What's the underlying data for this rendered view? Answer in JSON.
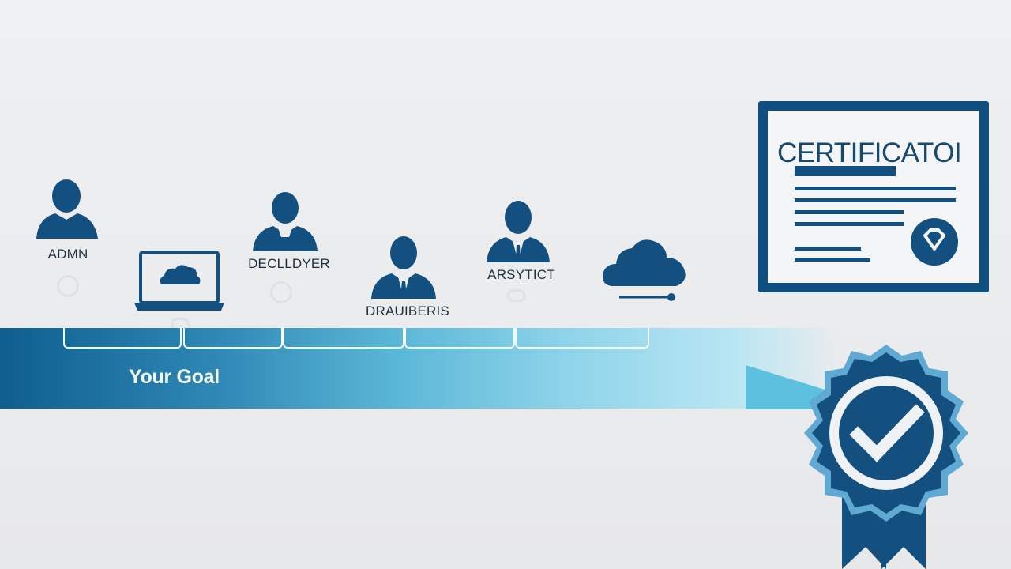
{
  "roles": [
    {
      "label": "ADMN",
      "icon": "admin-person-icon"
    },
    {
      "label": "",
      "icon": "laptop-cloud-icon"
    },
    {
      "label": "DECLLDYER",
      "icon": "developer-person-icon"
    },
    {
      "label": "DRAUIBERIS",
      "icon": "business-person-icon"
    },
    {
      "label": "ARSYTICT",
      "icon": "architect-person-icon"
    },
    {
      "label": "",
      "icon": "cloud-icon"
    }
  ],
  "goal": {
    "label": "Your Goal"
  },
  "certificate": {
    "title": "CERTIFICATOI"
  },
  "colors": {
    "navy": "#14507f",
    "bar_start": "#0e5e8f",
    "bar_end": "#b9e6f3",
    "background": "#eaebed"
  }
}
